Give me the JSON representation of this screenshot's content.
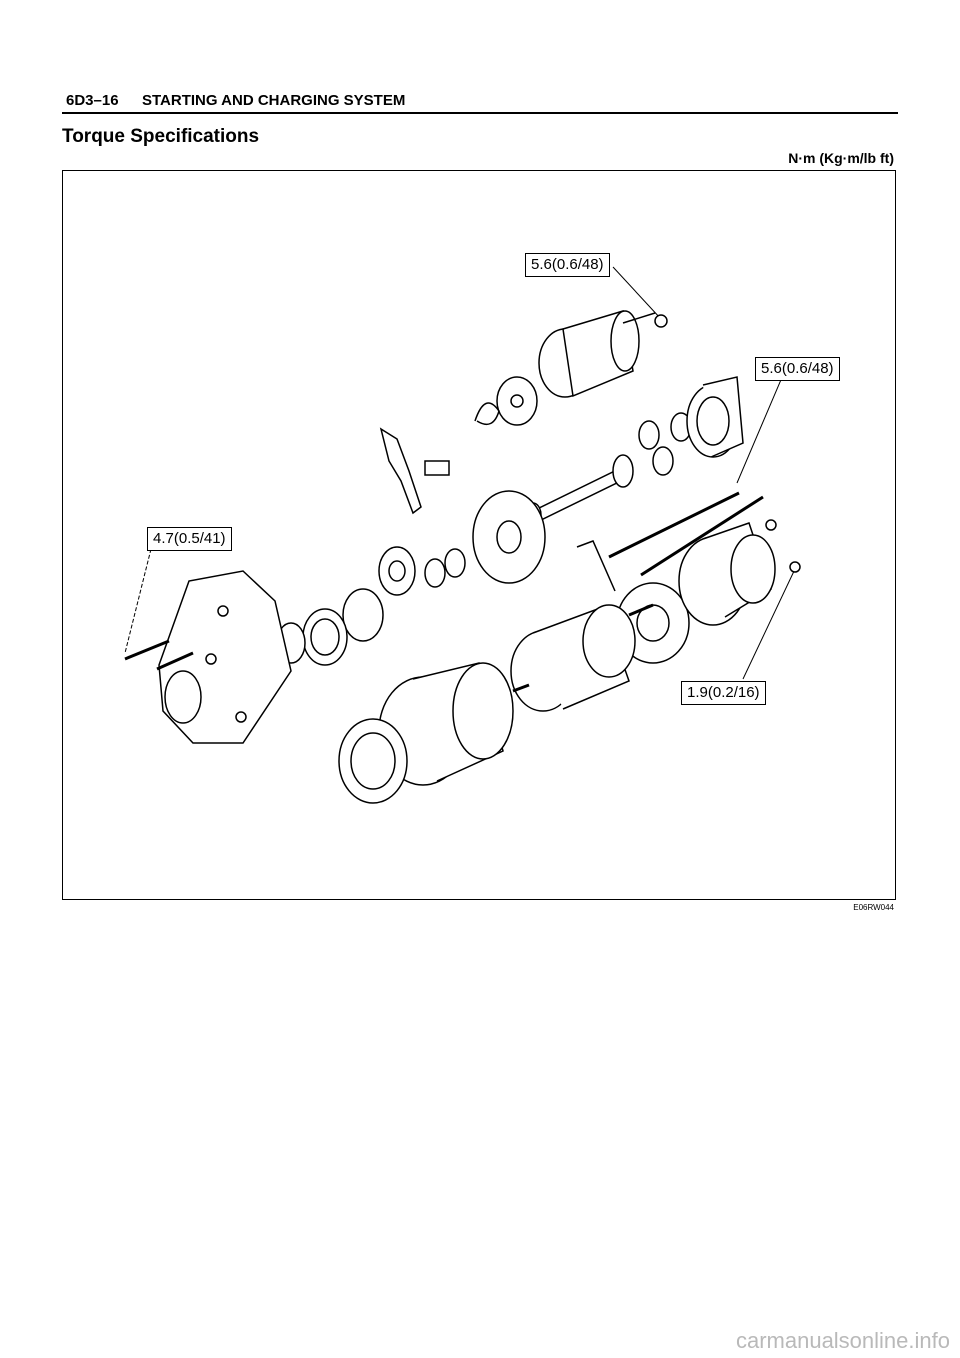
{
  "header": {
    "page_number": "6D3–16",
    "section_title": "STARTING AND CHARGING SYSTEM"
  },
  "title": "Torque Specifications",
  "units": "N·m (Kg·m/lb ft)",
  "callouts": [
    "5.6(0.6/48)",
    "5.6(0.6/48)",
    "4.7(0.5/41)",
    "1.9(0.2/16)"
  ],
  "figure_code": "E06RW044",
  "watermark": "carmanualsonline.info"
}
